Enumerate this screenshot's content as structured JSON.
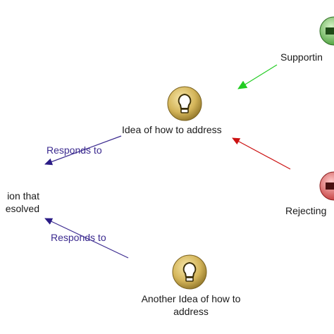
{
  "nodes": {
    "idea1": {
      "label": "Idea of how to address",
      "icon": "lightbulb-icon"
    },
    "idea2": {
      "label_line1": "Another Idea of how to",
      "label_line2": "address",
      "icon": "lightbulb-icon"
    },
    "question": {
      "label_line1": "ion that",
      "label_line2": "esolved"
    },
    "supporting": {
      "label": "Supportin",
      "icon": "plus-icon"
    },
    "rejecting": {
      "label": "Rejecting",
      "icon": "minus-icon"
    }
  },
  "edges": {
    "responds1": "Responds to",
    "responds2": "Responds to"
  },
  "colors": {
    "responds": "#3b2a8f",
    "support": "#22cc22",
    "reject": "#cc1111",
    "bulb": "#c8a94a"
  }
}
